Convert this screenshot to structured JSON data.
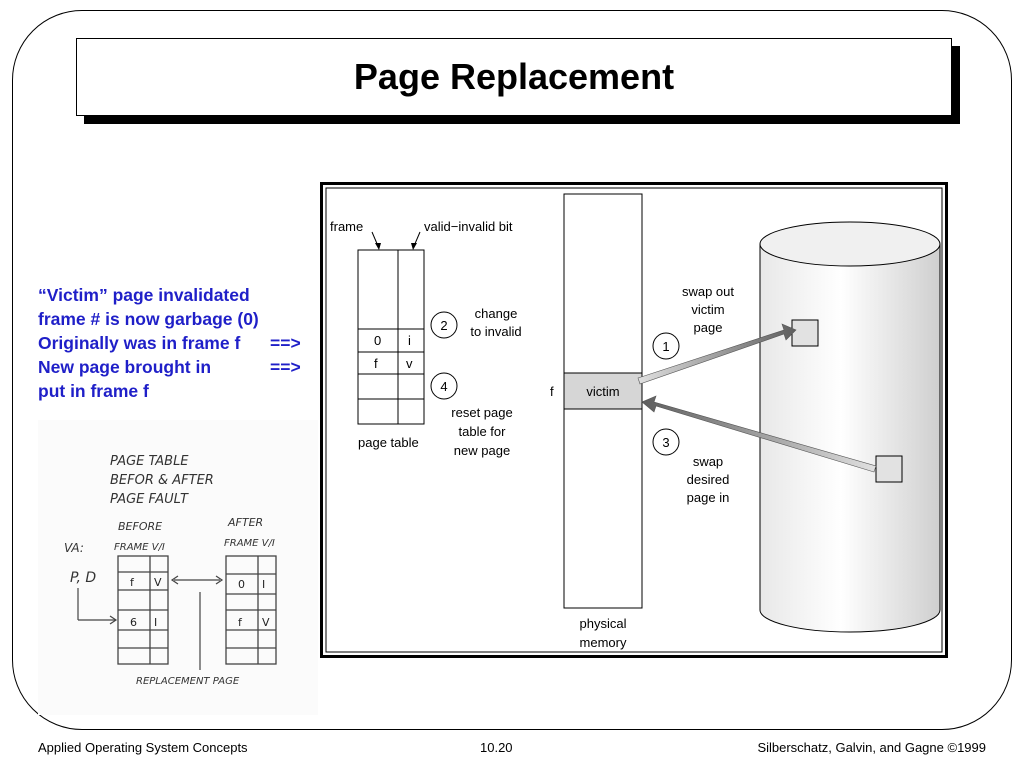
{
  "slide": {
    "title": "Page Replacement"
  },
  "notes": {
    "line1": "“Victim” page invalidated",
    "line2": "frame # is now garbage (0)",
    "line3": "Originally was in frame f",
    "line4": "New page brought in",
    "line5": "put in frame f",
    "arrow3": "==>",
    "arrow4": "==>"
  },
  "diagram": {
    "label_frame": "frame",
    "label_valid_invalid": "valid−invalid bit",
    "row1_frame": "0",
    "row1_bit": "i",
    "row2_frame": "f",
    "row2_bit": "v",
    "page_table_label": "page table",
    "step1": "1",
    "step2": "2",
    "step3": "3",
    "step4": "4",
    "step2_text_l1": "change",
    "step2_text_l2": "to invalid",
    "step4_text_l1": "reset page",
    "step4_text_l2": "table for",
    "step4_text_l3": "new page",
    "step1_text_l1": "swap out",
    "step1_text_l2": "victim",
    "step1_text_l3": "page",
    "step3_text_l1": "swap",
    "step3_text_l2": "desired",
    "step3_text_l3": "page in",
    "frame_f_label": "f",
    "victim_label": "victim",
    "physical_memory_l1": "physical",
    "physical_memory_l2": "memory"
  },
  "sketch": {
    "line1": "PAGE TABLE",
    "line2": "BEFOR & AFTER",
    "line3": "PAGE FAULT",
    "before_label": "BEFORE",
    "before_cols": "FRAME V/I",
    "after_label": "AFTER",
    "after_cols": "FRAME V/I",
    "va_label": "VA:",
    "pd_label": "P, D",
    "before_row1_frame": "f",
    "before_row1_bit": "V",
    "before_row2_frame": "6",
    "before_row2_bit": "I",
    "after_row1_frame": "0",
    "after_row1_bit": "I",
    "after_row2_frame": "f",
    "after_row2_bit": "V",
    "replacement_label": "REPLACEMENT PAGE"
  },
  "footer": {
    "left": "Applied Operating System Concepts",
    "center": "10.20",
    "right": "Silberschatz, Galvin, and Gagne ©1999"
  },
  "colors": {
    "note_text": "#1f1fc8",
    "victim_fill": "#d6d6d6",
    "arrow_dark": "#6a6a6a",
    "arrow_light": "#d8d8d8"
  }
}
